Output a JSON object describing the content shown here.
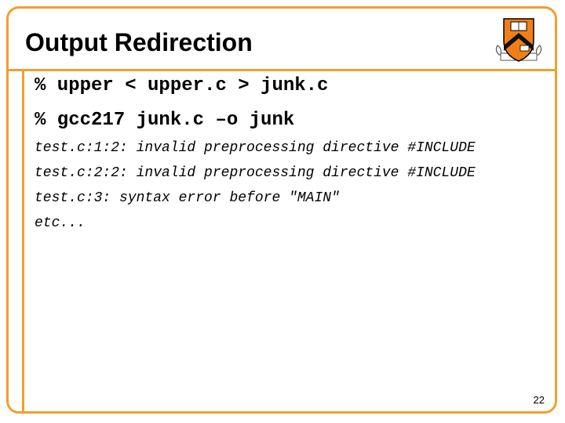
{
  "slide": {
    "title": "Output Redirection",
    "commands": [
      "% upper < upper.c > junk.c",
      "% gcc217 junk.c –o junk"
    ],
    "output_lines": [
      "test.c:1:2: invalid preprocessing directive #INCLUDE",
      "test.c:2:2: invalid preprocessing directive #INCLUDE",
      "test.c:3: syntax error before \"MAIN\"",
      "etc..."
    ],
    "page_number": "22",
    "logo": {
      "icon": "princeton-shield-icon",
      "colors": {
        "shield": "#f07f1a",
        "chevron": "#111111",
        "border": "#000000"
      }
    },
    "accent_color": "#f0a030"
  }
}
